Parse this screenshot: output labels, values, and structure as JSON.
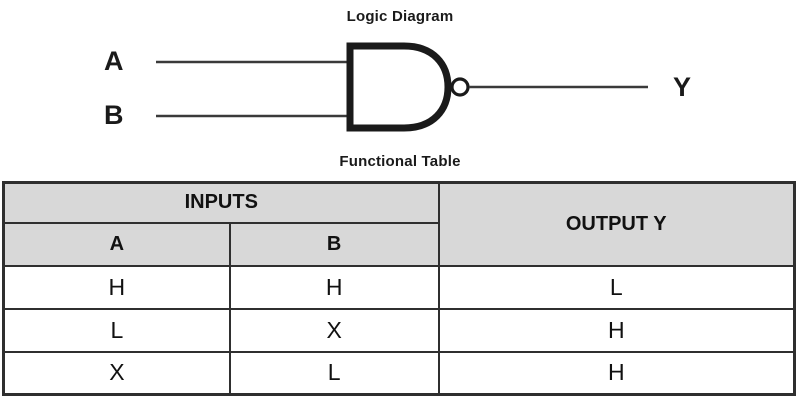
{
  "diagram": {
    "title": "Logic Diagram",
    "gate_type": "NAND",
    "input_a_label": "A",
    "input_b_label": "B",
    "output_label": "Y"
  },
  "table": {
    "title": "Functional Table",
    "header": {
      "inputs": "INPUTS",
      "col_a": "A",
      "col_b": "B",
      "output": "OUTPUT Y"
    },
    "rows": [
      {
        "a": "H",
        "b": "H",
        "y": "L"
      },
      {
        "a": "L",
        "b": "X",
        "y": "H"
      },
      {
        "a": "X",
        "b": "L",
        "y": "H"
      }
    ]
  },
  "colors": {
    "header_bg": "#d8d8d8",
    "table_border": "#2f2f2f",
    "gate_stroke": "#1a1a1a",
    "wire_stroke": "#3a3a3a",
    "background": "#ffffff"
  }
}
